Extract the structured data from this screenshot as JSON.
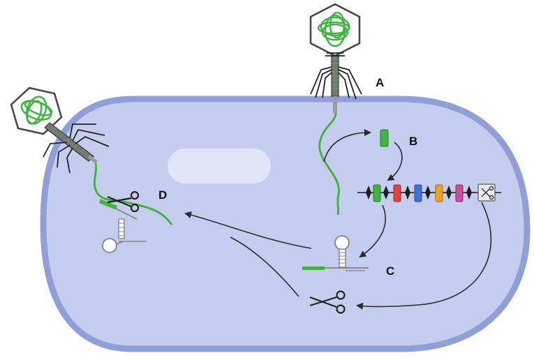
{
  "labels": {
    "a": "A",
    "b": "B",
    "c": "C",
    "d": "D"
  },
  "colors": {
    "cell_fill": "#c5cdee",
    "cell_border": "#8f9fd9",
    "dna_green": "#3fb53f",
    "spacers": [
      "#3fb53f",
      "#e0443f",
      "#3d73d6",
      "#f0a020",
      "#d24a9a"
    ],
    "line_dark": "#2b2b2b",
    "rna_grey": "#8a8a8a"
  },
  "icons": [
    "bacteriophage-icon",
    "scissors-icon",
    "crispr-array",
    "guide-rna-hairpin",
    "cas-gene-icon"
  ]
}
